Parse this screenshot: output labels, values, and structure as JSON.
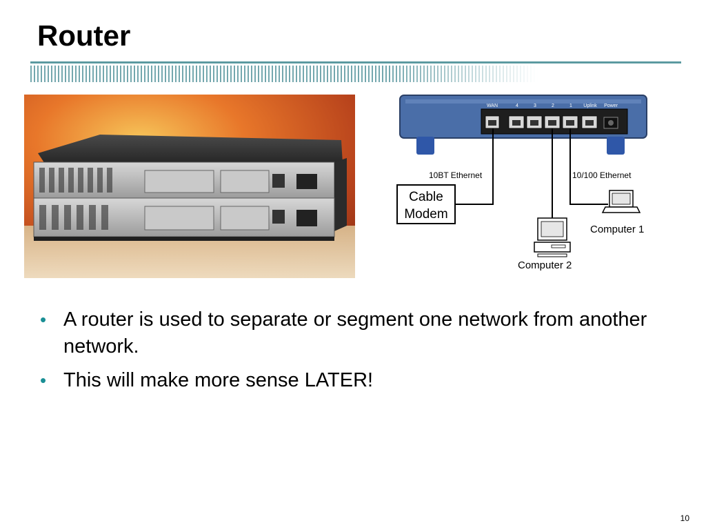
{
  "slide": {
    "title": "Router",
    "page_number": "10"
  },
  "bullets": [
    {
      "text": "A router is used to separate or segment one network from another network."
    },
    {
      "text": "This will make more sense LATER!"
    }
  ],
  "diagram": {
    "router_ports": [
      "WAN",
      "4",
      "3",
      "2",
      "1",
      "Uplink",
      "Power"
    ],
    "label_10bt": "10BT Ethernet",
    "label_10_100": "10/100 Ethernet",
    "cable_modem_line1": "Cable",
    "cable_modem_line2": "Modem",
    "computer_1": "Computer 1",
    "computer_2": "Computer 2"
  },
  "colors": {
    "accent": "#5b9aa0",
    "bullet": "#1a8f95",
    "router_body": "#4a6ea8"
  }
}
